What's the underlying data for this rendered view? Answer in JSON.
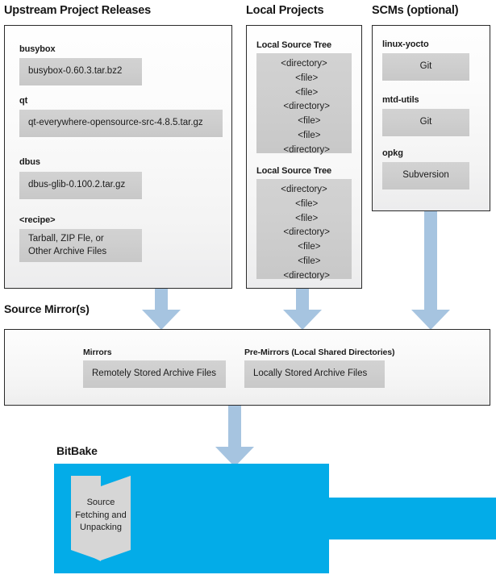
{
  "colors": {
    "arrow_blue": "#a6c4e0",
    "bitbake_blue": "#03ace8",
    "box_gray": "#c8c8c8",
    "panel_border": "#2a2a2a"
  },
  "columns": {
    "upstream": {
      "title": "Upstream Project Releases",
      "groups": [
        {
          "label": "busybox",
          "value": "busybox-0.60.3.tar.bz2"
        },
        {
          "label": "qt",
          "value": "qt-everywhere-opensource-src-4.8.5.tar.gz"
        },
        {
          "label": "dbus",
          "value": "dbus-glib-0.100.2.tar.gz"
        },
        {
          "label": "<recipe>",
          "value": "Tarball, ZIP Fle, or\nOther Archive Files"
        }
      ]
    },
    "local_projects": {
      "title": "Local Projects",
      "groups": [
        {
          "label": "Local Source Tree",
          "tree": [
            "<directory>",
            "  <file>",
            "  <file>",
            "  <directory>",
            "    <file>",
            "    <file>",
            "  <directory>"
          ]
        },
        {
          "label": "Local Source Tree",
          "tree": [
            "<directory>",
            "  <file>",
            "  <file>",
            "  <directory>",
            "    <file>",
            "    <file>",
            "  <directory>"
          ]
        }
      ]
    },
    "scms": {
      "title": "SCMs (optional)",
      "groups": [
        {
          "label": "linux-yocto",
          "value": "Git"
        },
        {
          "label": "mtd-utils",
          "value": "Git"
        },
        {
          "label": "opkg",
          "value": "Subversion"
        }
      ]
    }
  },
  "source_mirrors": {
    "title": "Source Mirror(s)",
    "groups": [
      {
        "label": "Mirrors",
        "value": "Remotely Stored Archive Files"
      },
      {
        "label": "Pre-Mirrors (Local Shared Directories)",
        "value": "Locally Stored Archive Files"
      }
    ]
  },
  "bitbake": {
    "title": "BitBake",
    "task": "Source\nFetching and\nUnpacking"
  }
}
